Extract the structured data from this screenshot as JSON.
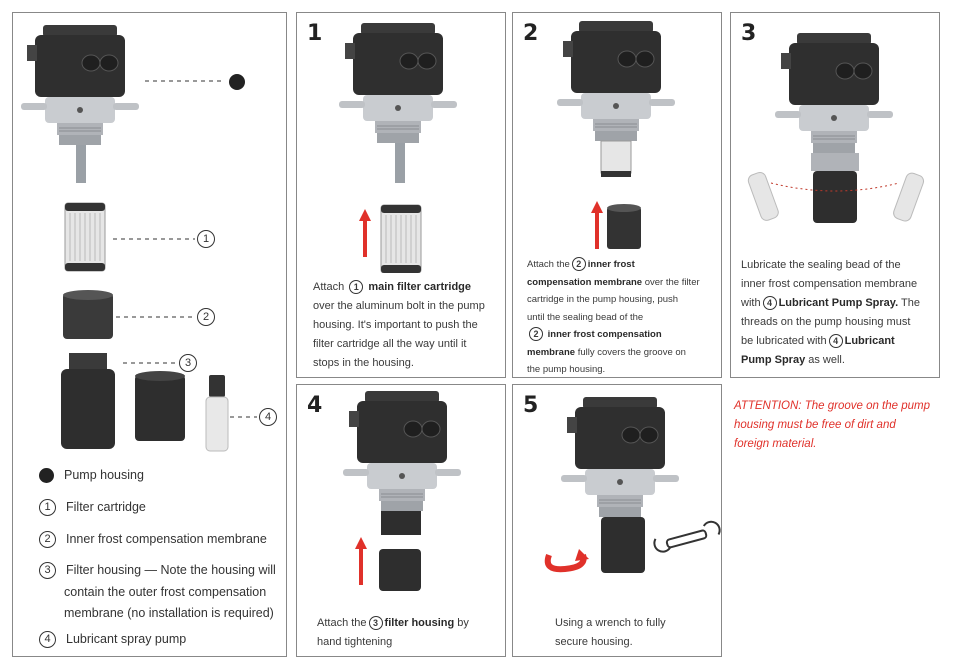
{
  "legend": {
    "pump_housing": "Pump housing",
    "filter_cartridge": "Filter cartridge",
    "inner_membrane": "Inner frost compensation membrane",
    "filter_housing_1": "Filter housing — Note the housing will",
    "filter_housing_2": "contain the outer frost compensation",
    "filter_housing_3": "membrane (no installation is required)",
    "lubricant": "Lubricant spray pump",
    "n1": "1",
    "n2": "2",
    "n3": "3",
    "n4": "4"
  },
  "steps": [
    {
      "number": "1",
      "text": [
        "main filter cartridge",
        "over the aluminum bolt in the pump",
        "housing. It's important to push the",
        "filter cartridge all the way until it",
        "stops in the housing."
      ],
      "prefix": "Attach",
      "ref": "1"
    },
    {
      "number": "2",
      "prefix": "Attach the",
      "ref": "2",
      "bold1": "inner frost",
      "text": [
        "compensation membrane",
        "over the filter",
        "cartridge in the pump housing, push",
        "until the sealing bead of the",
        "inner frost compensation",
        "membrane",
        "fully covers the groove on",
        "the pump housing."
      ]
    },
    {
      "number": "3",
      "text": [
        "Lubricate the sealing bead of the",
        "inner frost compensation membrane",
        "with",
        "Lubricant Pump Spray.",
        "The",
        "threads on the pump housing must",
        "be lubricated with",
        "Lubricant",
        "Pump Spray",
        "as well."
      ],
      "ref": "4"
    },
    {
      "number": "4",
      "prefix": "Attach the",
      "ref": "3",
      "bold": "filter housing",
      "text": [
        "by",
        "hand tightening"
      ]
    },
    {
      "number": "5",
      "text": [
        "Using a wrench to fully",
        "secure housing."
      ]
    }
  ],
  "attention": "ATTENTION: The groove on the pump housing must be free of dirt and foreign material.",
  "colors": {
    "accent_red": "#e0312a",
    "pump_dark": "#2f2f2f",
    "metal": "#b9bcc0",
    "border": "#888888"
  }
}
